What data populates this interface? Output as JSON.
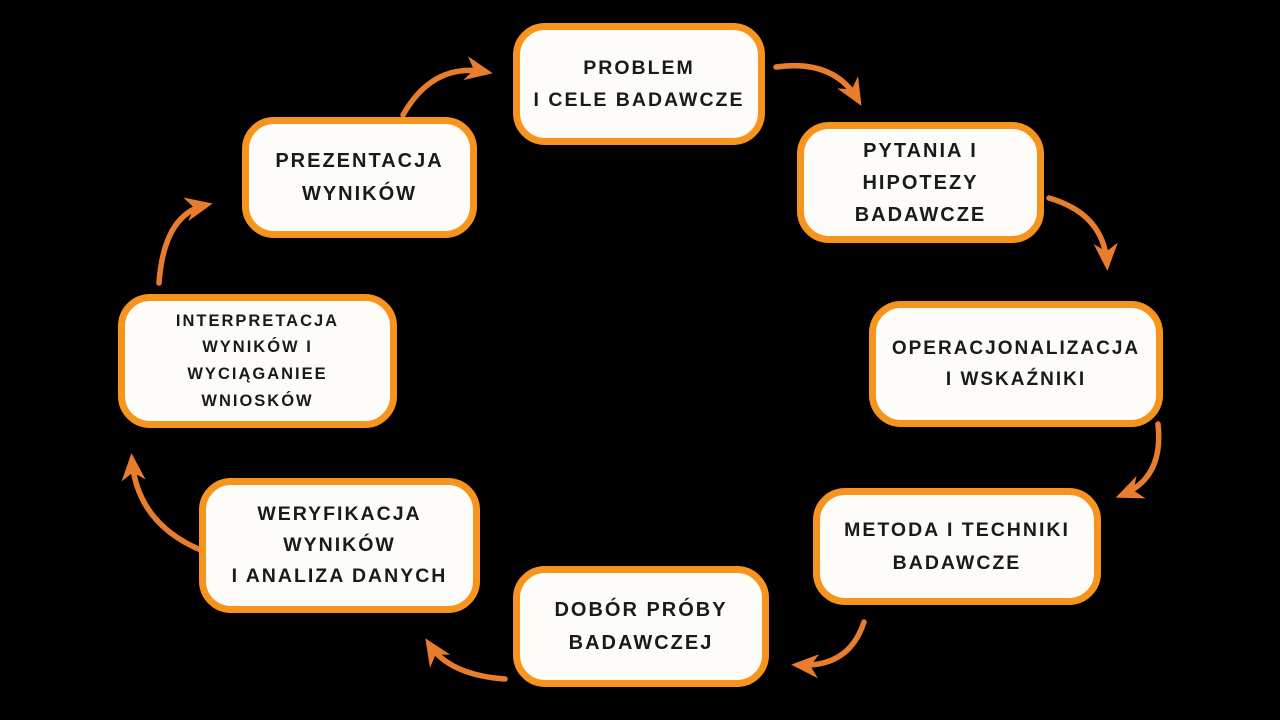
{
  "diagram": {
    "title_implicit": "Research process cycle",
    "background_color": "#000000",
    "colors": {
      "box_border": "#F7941E",
      "box_fill": "#FDFCF8",
      "text": "#1A1A1A",
      "arrow": "#E87D2E"
    },
    "steps": [
      {
        "id": "problem-i-cele-badawcze",
        "label": "PROBLEM\nI CELE BADAWCZE"
      },
      {
        "id": "pytania-i-hipotezy-badawcze",
        "label": "PYTANIA I\nHIPOTEZY\nBADAWCZE"
      },
      {
        "id": "operacjonalizacja-i-wskazniki",
        "label": "OPERACJONALIZACJA\nI WSKAŹNIKI"
      },
      {
        "id": "metoda-i-techniki-badawcze",
        "label": "METODA I TECHNIKI\nBADAWCZE"
      },
      {
        "id": "dobor-proby-badawczej",
        "label": "DOBÓR PRÓBY\nBADAWCZEJ"
      },
      {
        "id": "weryfikacja-wynikow-i-analiza",
        "label": "WERYFIKACJA\nWYNIKÓW\nI ANALIZA DANYCH"
      },
      {
        "id": "interpretacja-wynikow-wnioski",
        "label": "INTERPRETACJA\nWYNIKÓW I\nWYCIĄGANIEE\nWNIOSKÓW"
      },
      {
        "id": "prezentacja-wynikow",
        "label": "PREZENTACJA\nWYNIKÓW"
      }
    ]
  }
}
